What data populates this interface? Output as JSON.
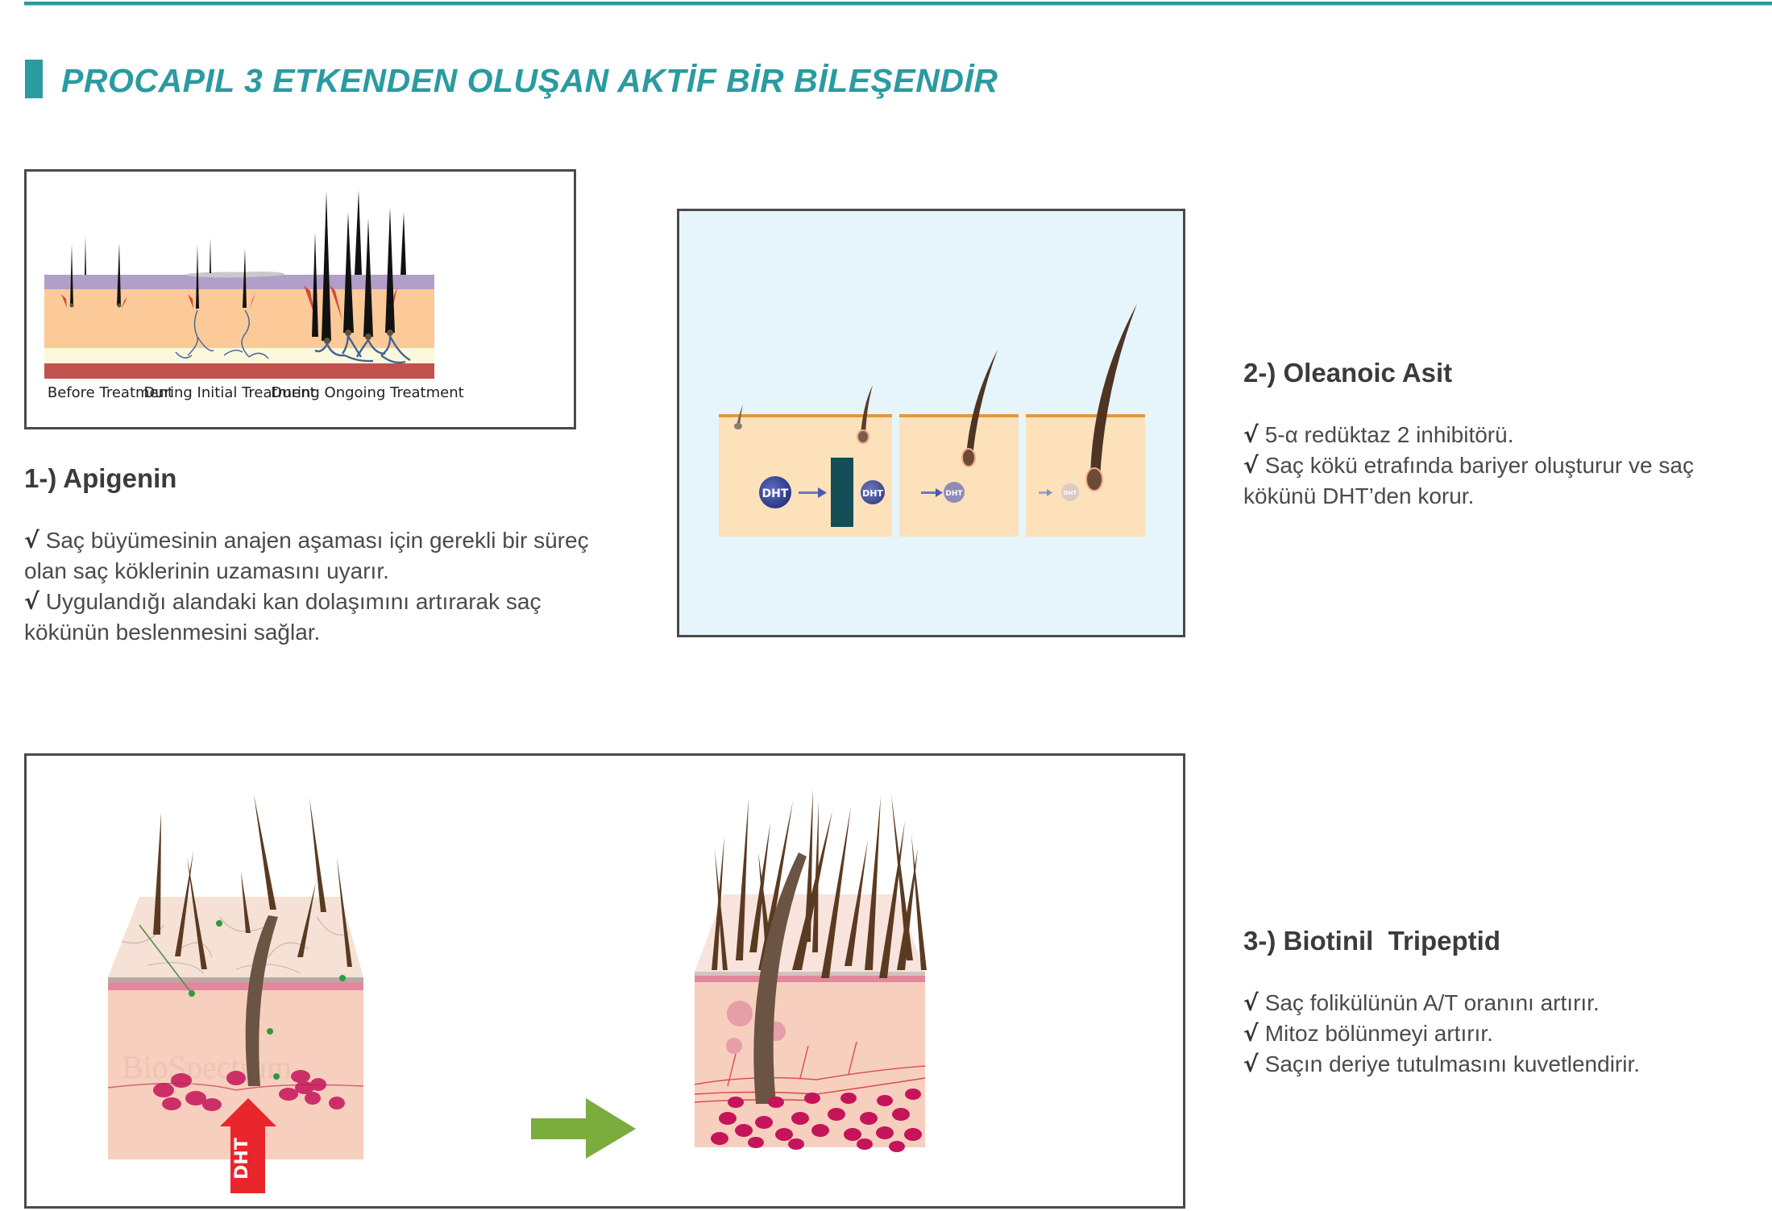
{
  "header": {
    "title": "PROCAPIL 3 ETKENDEN OLUŞAN AKTİF BİR BİLEŞENDİR",
    "accent_color": "#2a9ba0"
  },
  "figures": {
    "treatment_stages": {
      "captions": [
        "Before Treatment",
        "During Initial Treatment",
        "During Ongoing Treatment"
      ]
    },
    "dht_barrier": {
      "labels": [
        "DHT",
        "DHT",
        "DHT",
        "DHT"
      ]
    },
    "follicle_comparison": {
      "arrow_label": "DHT",
      "watermark": "BioSpectrum"
    }
  },
  "sections": [
    {
      "title": "1-) Apigenin",
      "check_icon": "√",
      "bullets": [
        "Saç büyümesinin anajen aşaması için gerekli bir süreç olan saç köklerinin uzamasını uyarır.",
        "Uygulandığı alandaki kan dolaşımını artırarak saç kökünün beslenmesini sağlar."
      ]
    },
    {
      "title": "2-) Oleanoic Asit",
      "check_icon": "√",
      "bullets": [
        "5-α redüktaz 2 inhibitörü.",
        "Saç kökü etrafında bariyer oluşturur ve saç kökünü DHT’den korur."
      ]
    },
    {
      "title": "3-) Biotinil  Tripeptid",
      "check_icon": "√",
      "bullets": [
        "Saç folikülünün A/T oranını artırır.",
        "Mitoz bölünmeyi artırır.",
        "Saçın deriye tutulmasını kuvetlendirir."
      ]
    }
  ]
}
